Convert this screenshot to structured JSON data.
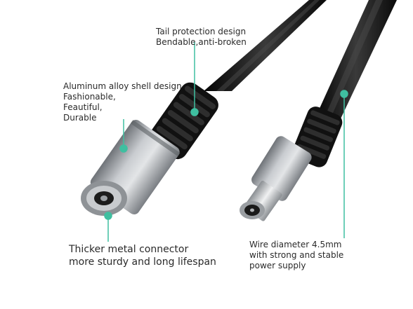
{
  "callouts": {
    "tail": {
      "line1": "Tail protection design",
      "line2": "Bendable,anti-broken"
    },
    "shell": {
      "line1": "Aluminum alloy shell design",
      "line2": "Fashionable,",
      "line3": "Feautiful,",
      "line4": "Durable"
    },
    "connector": {
      "line1": "Thicker metal connector",
      "line2": "more sturdy and long lifespan"
    },
    "wire": {
      "line1": "Wire diameter 4.5mm",
      "line2": "with strong and stable",
      "line3": "power supply"
    }
  },
  "colors": {
    "accent": "#3fbfa0",
    "text": "#2a2a2a",
    "cable": "#1a1a1a",
    "shell": "#a9adb1"
  }
}
